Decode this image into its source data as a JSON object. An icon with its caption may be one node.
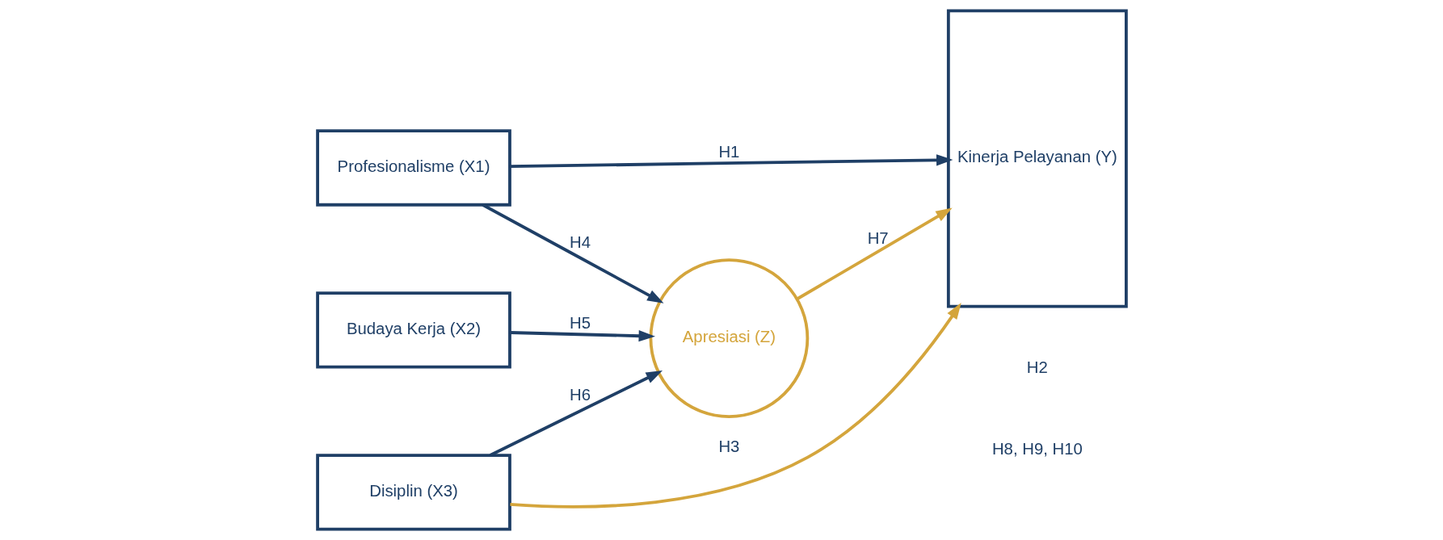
{
  "diagram": {
    "nodes": [
      {
        "text": [
          "Profesionalisme (X1)"
        ]
      },
      {
        "text": [
          "Budaya Kerja (X2)"
        ]
      },
      {
        "text": [
          "Disiplin (X3)"
        ]
      },
      {
        "text": [
          "Apresiasi (Z)"
        ]
      },
      {
        "text": [
          "Kinerja Pelayanan (Y)"
        ]
      }
    ],
    "edges": [
      {
        "from": 0,
        "to": 4,
        "arrow": "to",
        "label": "H1"
      },
      {
        "from": 0,
        "to": 3,
        "arrow": "to",
        "label": "H4"
      },
      {
        "from": 1,
        "to": 3,
        "arrow": "to",
        "label": "H5"
      },
      {
        "from": 2,
        "to": 3,
        "arrow": "to",
        "label": "H6"
      },
      {
        "from": 3,
        "to": 4,
        "arrow": "to",
        "label": "H7",
        "color": "#d4a53c"
      },
      {
        "from": 2,
        "to": 4,
        "arrow": "to",
        "label": "H3",
        "color": "#d4a53c"
      }
    ],
    "labels": [
      "H2",
      "H8, H9, H10"
    ]
  }
}
